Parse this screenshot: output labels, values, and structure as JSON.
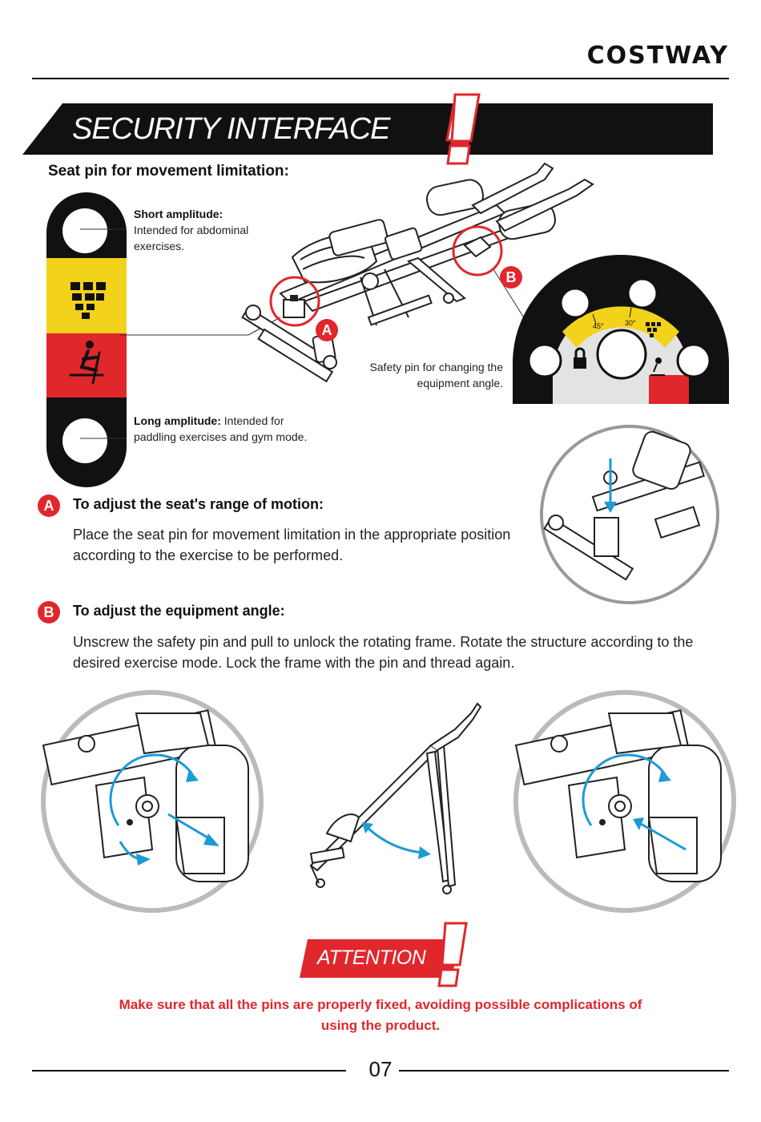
{
  "header": {
    "brand": "COSTWAY"
  },
  "banner": {
    "title": "SECURITY INTERFACE"
  },
  "seat_pin": {
    "heading": "Seat pin for movement limitation:",
    "short_amplitude": {
      "label": "Short amplitude:",
      "text": "Intended for abdominal exercises."
    },
    "long_amplitude": {
      "label": "Long amplitude:",
      "text": "Intended for paddling exercises and gym mode."
    }
  },
  "diagram": {
    "safety_pin_note": "Safety pin for changing the equipment angle.",
    "badge_a": "A",
    "badge_b": "B",
    "angle_45": "45°",
    "angle_30": "30°"
  },
  "section_a": {
    "badge": "A",
    "title": "To adjust the seat's range of motion:",
    "body": "Place the seat pin for movement limitation in the appropriate position according to the exercise to be performed."
  },
  "section_b": {
    "badge": "B",
    "title": "To adjust the equipment angle:",
    "body": "Unscrew the safety pin and pull to unlock the rotating frame. Rotate the structure according to the desired exercise mode. Lock the frame with the pin and thread again."
  },
  "attention": {
    "label": "ATTENTION",
    "warning": "Make sure that all the pins are properly  fixed, avoiding possible complications of using the product."
  },
  "footer": {
    "page_number": "07"
  },
  "colors": {
    "red": "#e0272c",
    "yellow": "#f2d21b",
    "black": "#111111",
    "blue": "#1e9ad6"
  }
}
